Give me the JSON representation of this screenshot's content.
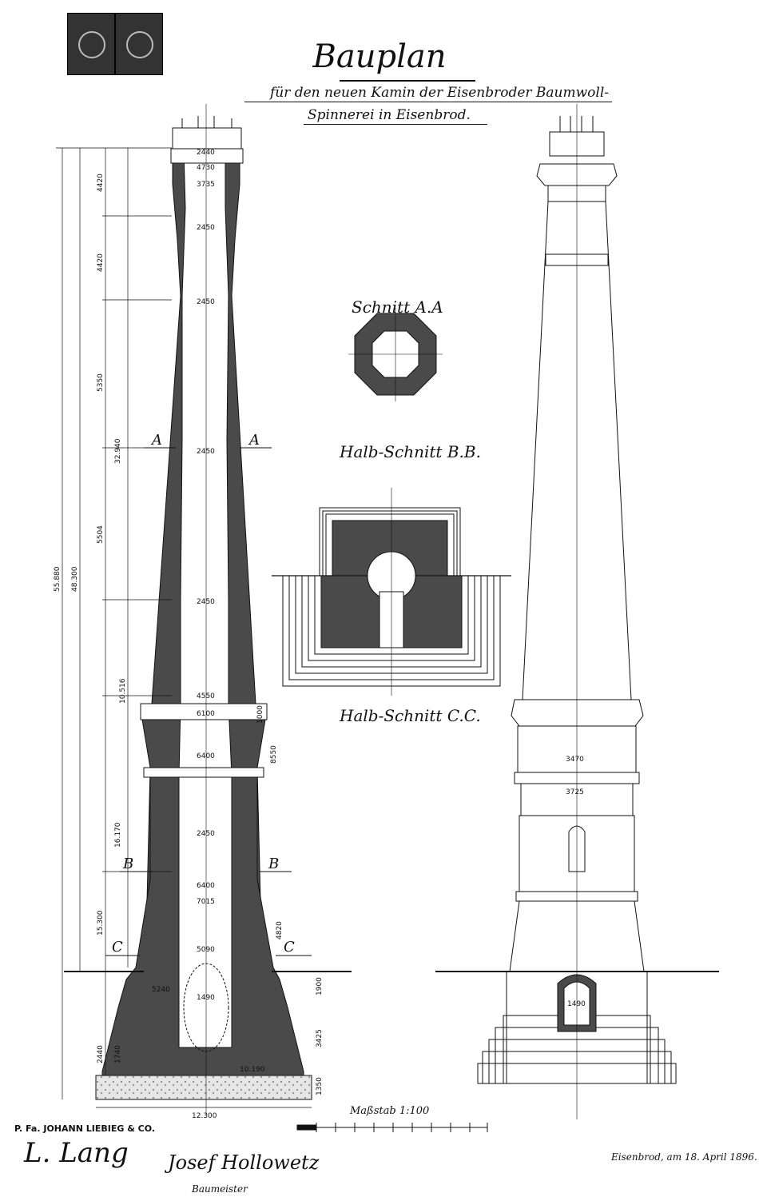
{
  "title": "Bauplan",
  "subtitle": {
    "line1": "für den neuen Kamin der Eisenbroder Baumwoll-",
    "line2": "Spinnerei in Eisenbrod."
  },
  "sections": {
    "aa": "Schnitt A.A",
    "bb": "Halb-Schnitt B.B.",
    "cc": "Halb-Schnitt C.C."
  },
  "section_marks": [
    "A",
    "A",
    "B",
    "B",
    "C",
    "C"
  ],
  "scale": "Maßstab 1:100",
  "firm": "P. Fa. JOHANN LIEBIEG & CO.",
  "place_date": "Eisenbrod, am 18. April 1896.",
  "signatures": {
    "firm": "L. Lang",
    "builder": "Josef Hollowetz",
    "builder_role": "Baumeister"
  },
  "dimensions": {
    "total_height": "55.880",
    "height_above": "48.300",
    "base_width": "12.300",
    "foundation_width": "10.190",
    "left_segments": [
      "4420",
      "4420",
      "5350",
      "32.940",
      "5504",
      "10.516",
      "16.170",
      "15.300",
      "2440",
      "1740"
    ],
    "inner_diameters": [
      "2440",
      "4730",
      "3735",
      "2450",
      "2450",
      "2450",
      "2450",
      "4550",
      "6100",
      "6400",
      "2450",
      "6400",
      "7015",
      "5090",
      "1490",
      "5240"
    ],
    "right_segments": [
      "1000",
      "8550",
      "4820",
      "1900",
      "3425",
      "1350"
    ],
    "front_widths": [
      "3470",
      "3725",
      "1490"
    ]
  },
  "colors": {
    "ink": "#111111",
    "masonry": "#4a4a4a",
    "paper": "#ffffff"
  }
}
